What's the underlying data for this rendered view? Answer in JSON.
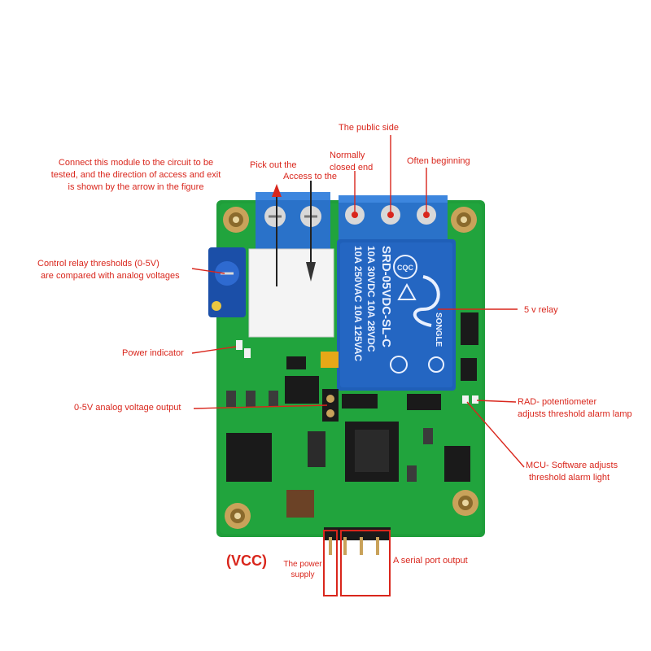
{
  "labels": {
    "connect": "Connect this module to the circuit to be tested, and the direction of access and exit is shown by the arrow in the figure",
    "pick_out": "Pick out the",
    "access_to": "Access to the",
    "normally_closed": "Normally closed end",
    "public_side": "The public side",
    "often_beginning": "Often beginning",
    "control_thresholds_1": "Control relay thresholds (0-5V)",
    "control_thresholds_2": "are compared with analog voltages",
    "relay_5v": "5 v relay",
    "power_indicator": "Power indicator",
    "analog_output": "0-5V analog voltage output",
    "rad_1": "RAD- potentiometer",
    "rad_2": "adjusts threshold alarm lamp",
    "mcu_1": "MCU- Software adjusts",
    "mcu_2": "threshold alarm light",
    "vcc": "(VCC)",
    "power_supply": "The power supply",
    "serial_output": "A serial port output"
  },
  "relay": {
    "line1": "10A 250VAC  10A 125VAC",
    "line2": "10A  30VDC  10A  28VDC",
    "model": "SRD-05VDC-SL-C",
    "brand": "SONGLE"
  },
  "colors": {
    "annotation": "#d9261c",
    "pcb": "#1f9e3a",
    "relay": "#1f5fb8",
    "terminal": "#2a72c9"
  }
}
